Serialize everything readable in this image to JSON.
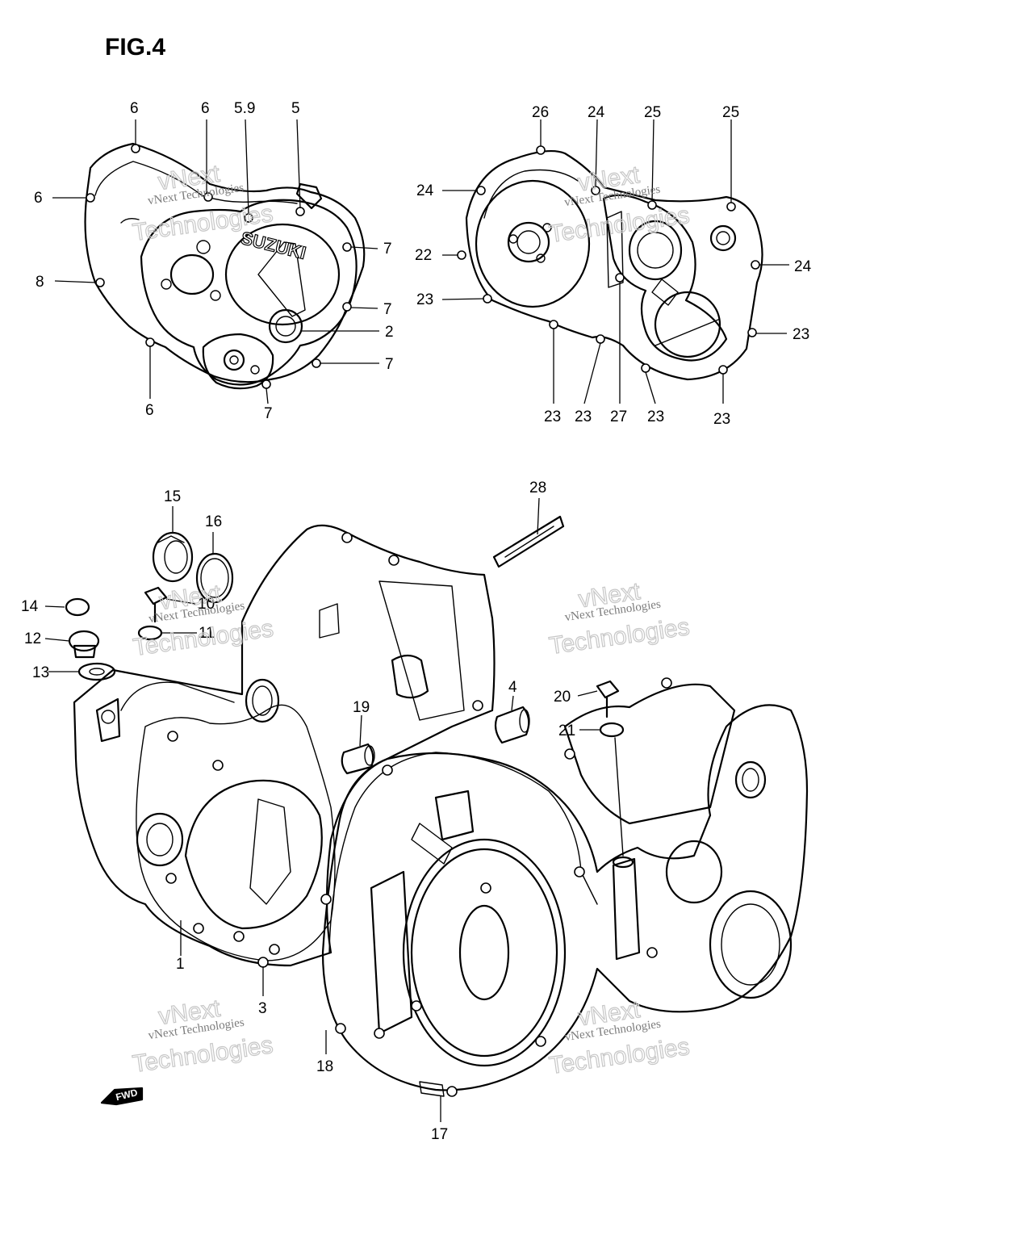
{
  "figure": {
    "title": "FIG.4",
    "logo_text": "SUZUKI",
    "fwd_label": "FWD"
  },
  "watermark": {
    "line1": "vNext Technologies",
    "line2": "Technologies",
    "line3": "vNext"
  },
  "callouts": {
    "top_left": [
      "6",
      "6",
      "5.9",
      "5",
      "6",
      "7",
      "8",
      "7",
      "2",
      "7",
      "7",
      "6"
    ],
    "top_right": [
      "26",
      "24",
      "25",
      "25",
      "24",
      "22",
      "24",
      "23",
      "23",
      "23",
      "23",
      "27",
      "23",
      "23"
    ],
    "bottom": [
      "28",
      "15",
      "16",
      "14",
      "10",
      "12",
      "11",
      "13",
      "4",
      "19",
      "20",
      "21",
      "1",
      "3",
      "18",
      "17"
    ]
  }
}
